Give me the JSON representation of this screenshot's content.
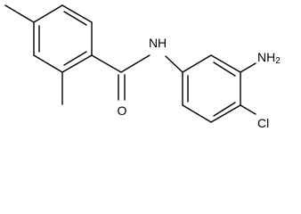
{
  "molecule": {
    "labels": {
      "amide_o": "O",
      "amide_n": "N",
      "amide_h": "H",
      "amino": "NH",
      "amino_sub": "2",
      "chloro": "Cl"
    }
  },
  "colors": {
    "bond": "#000000",
    "text": "#000000",
    "background": "#ffffff"
  }
}
